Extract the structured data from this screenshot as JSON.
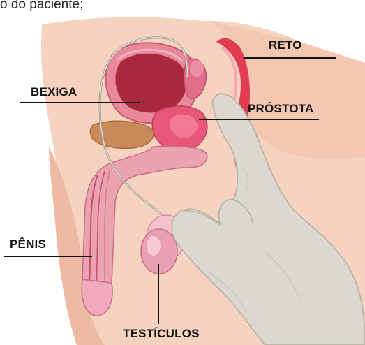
{
  "caption": "o do paciente;",
  "labels": {
    "reto": "RETO",
    "bexiga": "BEXIGA",
    "prostata": "PRÓSTOTA",
    "penis": "PÊNIS",
    "testiculos": "TESTÍCULOS"
  },
  "colors": {
    "skin": "#f6d3bf",
    "skin_shadow": "#eebba2",
    "bladder_wall": "#e9879b",
    "bladder_inner": "#a8283d",
    "prostate": "#e8577a",
    "rectum": "#e23c52",
    "seminal_vesicle": "#c98a5a",
    "glove": "#dcd8cf",
    "glove_shadow": "#b9b3a8",
    "urethra": "#c4506a",
    "testicle": "#e9a0b4",
    "label_line": "#111111"
  },
  "icons": {
    "glove": "gloved-finger-illustration"
  }
}
